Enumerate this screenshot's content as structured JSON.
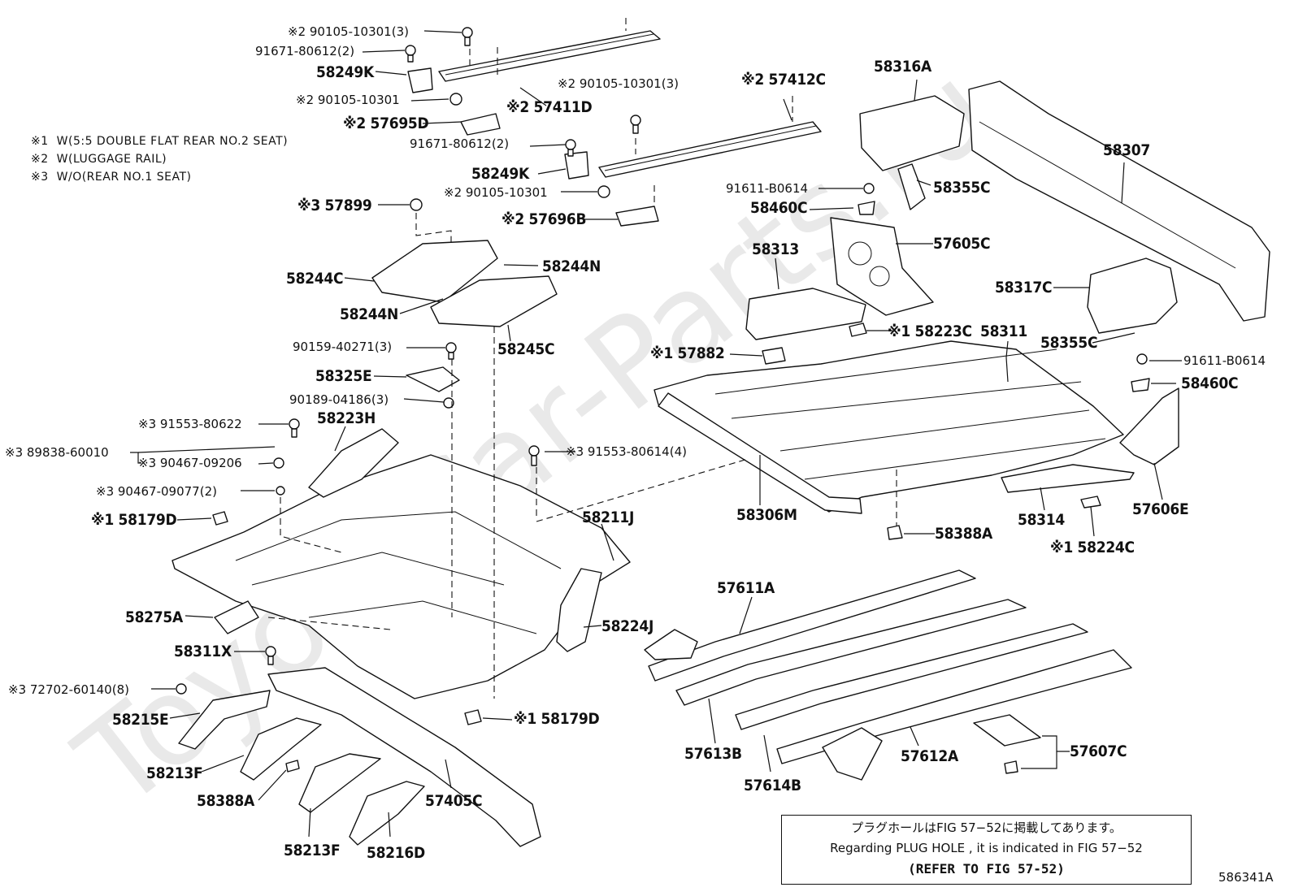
{
  "watermark": "ToyotaCar-Parts.ru",
  "legend": [
    {
      "mark": "※1",
      "text": "W(5:5 DOUBLE FLAT REAR NO.2 SEAT)"
    },
    {
      "mark": "※2",
      "text": "W(LUGGAGE RAIL)"
    },
    {
      "mark": "※3",
      "text": "W/O(REAR NO.1 SEAT)"
    }
  ],
  "labels": [
    "※2 90105-10301(3)",
    "91671-80612(2)",
    "58249K",
    "※2 90105-10301",
    "※2 57695D",
    "※2 90105-10301(3)",
    "※2 57411D",
    "91671-80612(2)",
    "58249K",
    "※2 90105-10301",
    "※2 57696B",
    "※2 57412C",
    "58316A",
    "58307",
    "91611-B0614",
    "58355C",
    "58460C",
    "58313",
    "57605C",
    "※3 57899",
    "58244C",
    "58244N",
    "58244N",
    "58245C",
    "90159-40271(3)",
    "58325E",
    "90189-04186(3)",
    "※3 91553-80622",
    "58223H",
    "※3 89838-60010",
    "※3 90467-09206",
    "※3 91553-80614(4)",
    "※3 90467-09077(2)",
    "※1 58179D",
    "58211J",
    "58275A",
    "58224J",
    "58311X",
    "※3 72702-60140(8)",
    "58215E",
    "58213F",
    "58388A",
    "58213F",
    "58216D",
    "57405C",
    "※1 58179D",
    "58317C",
    "58355C",
    "91611-B0614",
    "58460C",
    "※1 58223C",
    "58311",
    "※1 57882",
    "58306M",
    "58314",
    "57606E",
    "58388A",
    "※1 58224C",
    "57611A",
    "57613B",
    "57614B",
    "57612A",
    "57607C"
  ],
  "note": {
    "jp": "プラグホールはFIG 57−52に掲載してあります。",
    "en": "Regarding PLUG HOLE , it is indicated in FIG 57−52",
    "ref": "(REFER TO FIG 57-52)"
  },
  "fig_code": "586341A"
}
